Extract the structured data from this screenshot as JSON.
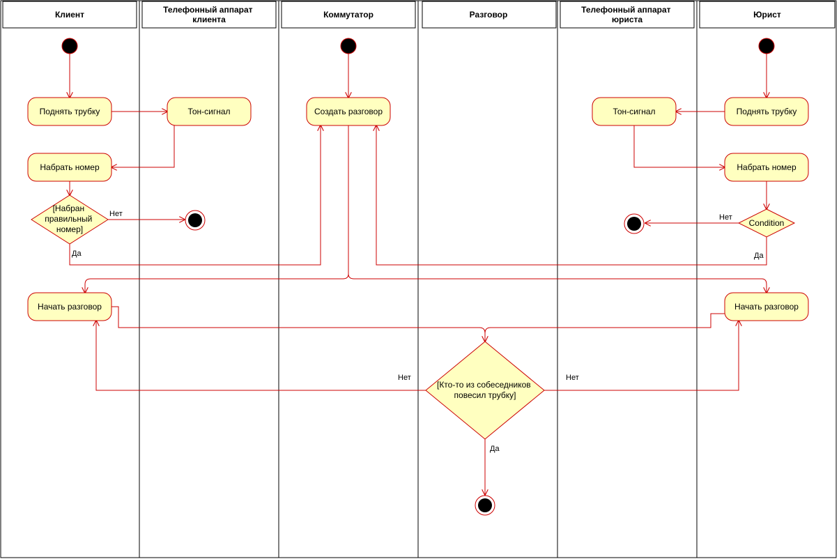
{
  "lanes": [
    {
      "id": "client",
      "lines": [
        "Клиент"
      ]
    },
    {
      "id": "client_phone",
      "lines": [
        "Телефонный аппарат",
        "клиента"
      ]
    },
    {
      "id": "switch",
      "lines": [
        "Коммутатор"
      ]
    },
    {
      "id": "conversation",
      "lines": [
        "Разговор"
      ]
    },
    {
      "id": "lawyer_phone",
      "lines": [
        "Телефонный аппарат",
        "юриста"
      ]
    },
    {
      "id": "lawyer",
      "lines": [
        "Юрист"
      ]
    }
  ],
  "actions": {
    "client_pickup": "Поднять трубку",
    "client_tone": "Тон-сигнал",
    "client_dial": "Набрать номер",
    "client_start": "Начать разговор",
    "switch_create": "Создать разговор",
    "lawyer_pickup": "Поднять трубку",
    "lawyer_tone": "Тон-сигнал",
    "lawyer_dial": "Набрать номер",
    "lawyer_start": "Начать разговор"
  },
  "decisions": {
    "client_check": [
      "[Набран",
      "правильный",
      "номер]"
    ],
    "lawyer_check": [
      "Condition"
    ],
    "hangup_check": [
      "[Кто-то из собеседников",
      "повесил трубку]"
    ]
  },
  "edge_labels": {
    "no": "Нет",
    "yes": "Да"
  },
  "colors": {
    "node_fill": "#ffffc0",
    "node_stroke": "#cc0000",
    "edge": "#cc0000",
    "lane_border": "#000000"
  }
}
